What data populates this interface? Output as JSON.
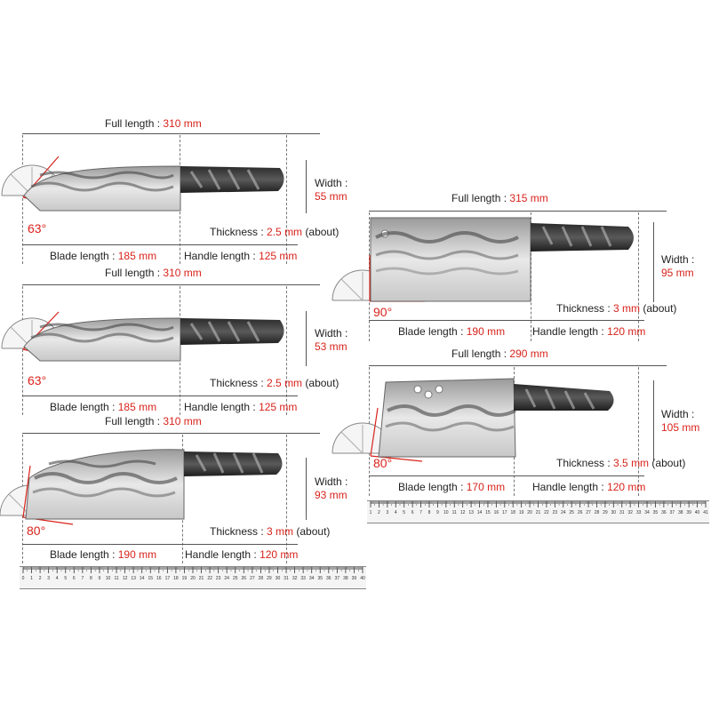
{
  "knives": [
    {
      "full_length": {
        "label": "Full length",
        "value": "310 mm"
      },
      "width": {
        "label": "Width",
        "value": "55 mm"
      },
      "thickness": {
        "label": "Thickness",
        "value": "2.5 mm",
        "note": "(about)"
      },
      "blade_length": {
        "label": "Blade length",
        "value": "185 mm"
      },
      "handle_length": {
        "label": "Handle length",
        "value": "125 mm"
      },
      "angle": "63°"
    },
    {
      "full_length": {
        "label": "Full length",
        "value": "310 mm"
      },
      "width": {
        "label": "Width",
        "value": "53 mm"
      },
      "thickness": {
        "label": "Thickness",
        "value": "2.5 mm",
        "note": "(about)"
      },
      "blade_length": {
        "label": "Blade length",
        "value": "185 mm"
      },
      "handle_length": {
        "label": "Handle length",
        "value": "125 mm"
      },
      "angle": "63°"
    },
    {
      "full_length": {
        "label": "Full length",
        "value": "310 mm"
      },
      "width": {
        "label": "Width",
        "value": "93 mm"
      },
      "thickness": {
        "label": "Thickness",
        "value": "3 mm",
        "note": "(about)"
      },
      "blade_length": {
        "label": "Blade length",
        "value": "190 mm"
      },
      "handle_length": {
        "label": "Handle length",
        "value": "120 mm"
      },
      "angle": "80°"
    },
    {
      "full_length": {
        "label": "Full length",
        "value": "315 mm"
      },
      "width": {
        "label": "Width",
        "value": "95 mm"
      },
      "thickness": {
        "label": "Thickness",
        "value": "3 mm",
        "note": "(about)"
      },
      "blade_length": {
        "label": "Blade length",
        "value": "190 mm"
      },
      "handle_length": {
        "label": "Handle length",
        "value": "120 mm"
      },
      "angle": "90°"
    },
    {
      "full_length": {
        "label": "Full length",
        "value": "290 mm"
      },
      "width": {
        "label": "Width",
        "value": "105 mm"
      },
      "thickness": {
        "label": "Thickness",
        "value": "3.5 mm",
        "note": "(about)"
      },
      "blade_length": {
        "label": "Blade length",
        "value": "170 mm"
      },
      "handle_length": {
        "label": "Handle length",
        "value": "120 mm"
      },
      "angle": "80°"
    }
  ],
  "rulers": [
    {
      "ticks": [
        "0",
        "1",
        "2",
        "3",
        "4",
        "5",
        "6",
        "7",
        "8",
        "9",
        "10",
        "11",
        "12",
        "13",
        "14",
        "15",
        "16",
        "17",
        "18",
        "19",
        "20",
        "21",
        "22",
        "23",
        "24",
        "25",
        "26",
        "27",
        "28",
        "29",
        "30",
        "31",
        "32",
        "33",
        "34",
        "35",
        "36",
        "37",
        "38",
        "39",
        "40"
      ]
    },
    {
      "ticks": [
        "1",
        "2",
        "3",
        "4",
        "5",
        "6",
        "7",
        "8",
        "9",
        "10",
        "11",
        "12",
        "13",
        "14",
        "15",
        "16",
        "17",
        "18",
        "19",
        "20",
        "21",
        "22",
        "23",
        "24",
        "25",
        "26",
        "27",
        "28",
        "29",
        "30",
        "31",
        "32",
        "33",
        "34",
        "35",
        "36",
        "37",
        "38",
        "39",
        "40",
        "41"
      ]
    }
  ],
  "colors": {
    "accent": "#d8231b",
    "text": "#222222",
    "line": "#555555"
  }
}
